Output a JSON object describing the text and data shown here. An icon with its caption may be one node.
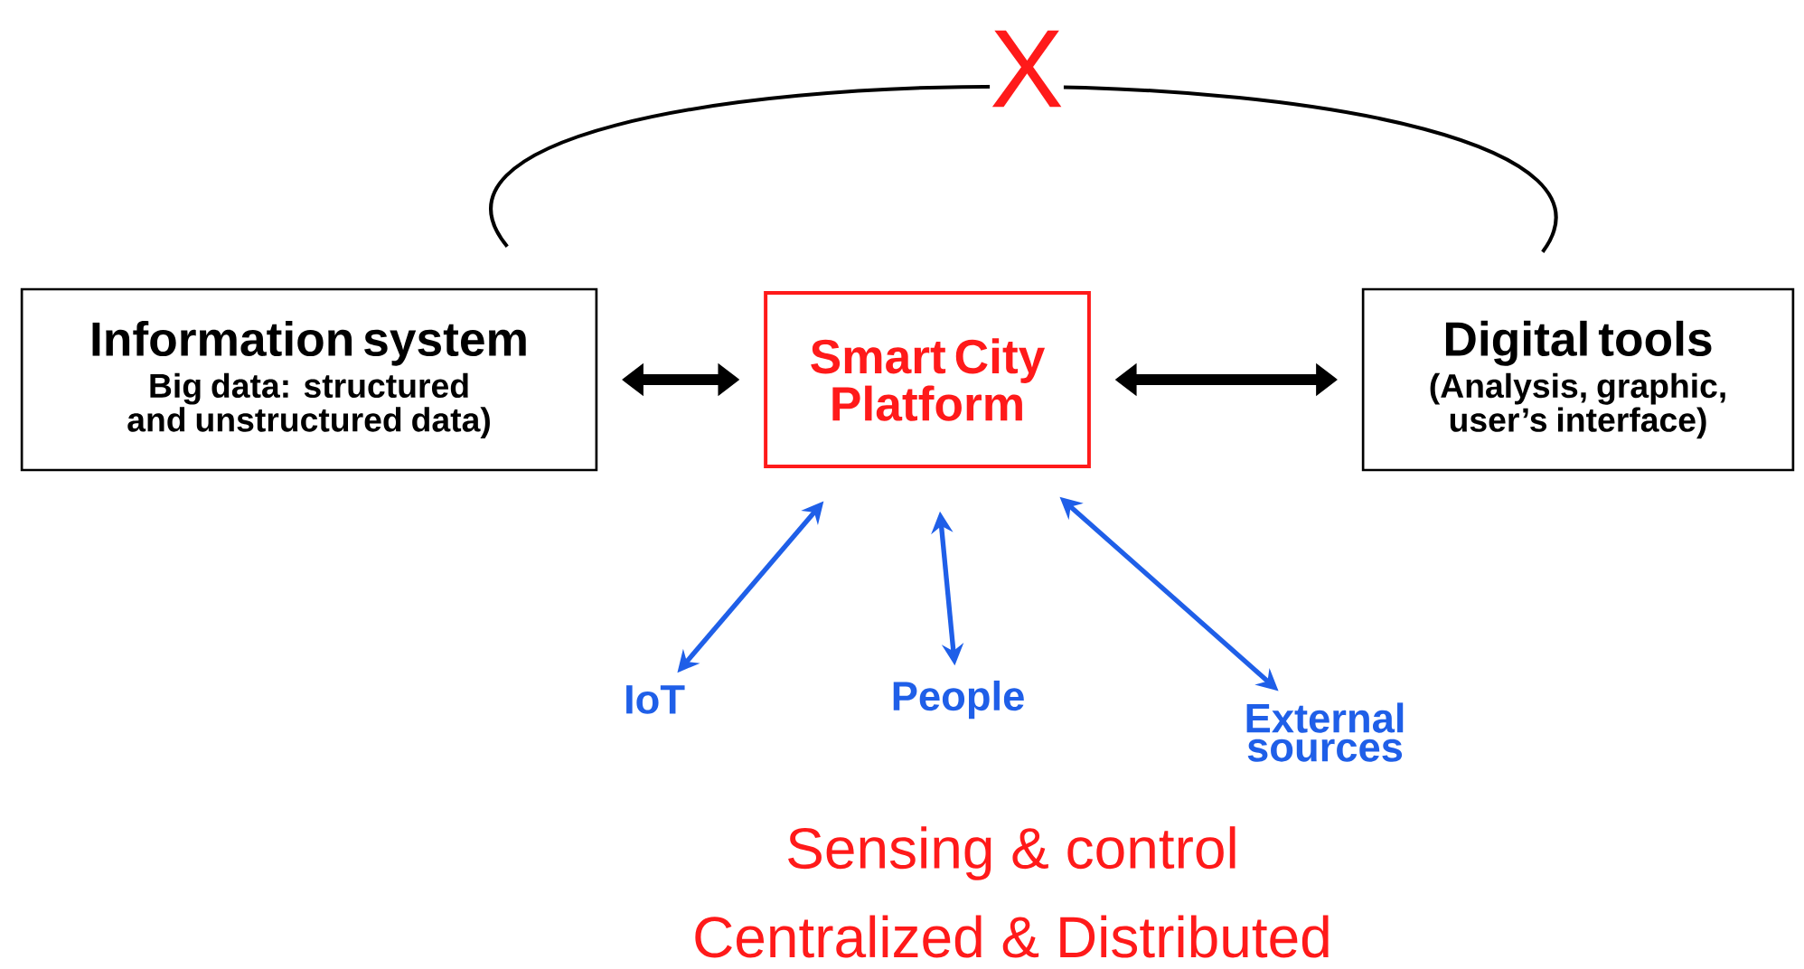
{
  "diagram": {
    "nodes": [
      {
        "text": [
          "Information system",
          "Big data: structured and unstructured data)"
        ]
      },
      {
        "text": [
          "Smart City Platform"
        ]
      },
      {
        "text": [
          "Digital tools",
          "(Analysis, graphic, user’s interface)"
        ]
      },
      {
        "text": [
          "IoT"
        ]
      },
      {
        "text": [
          "People"
        ]
      },
      {
        "text": [
          "External sources"
        ]
      }
    ],
    "edges": [
      {
        "from": 0,
        "to": 1,
        "arrow": "both",
        "style": "thick"
      },
      {
        "from": 1,
        "to": 2,
        "arrow": "both",
        "style": "thick"
      },
      {
        "from": 1,
        "to": 3,
        "arrow": "both",
        "color": "#1f5fe8"
      },
      {
        "from": 1,
        "to": 4,
        "arrow": "both",
        "color": "#1f5fe8"
      },
      {
        "from": 1,
        "to": 5,
        "arrow": "both",
        "color": "#1f5fe8"
      },
      {
        "from": 0,
        "to": 2,
        "arrow": "none",
        "label": "X"
      }
    ],
    "labels": [
      "Sensing & control",
      "Centralized & Distributed"
    ]
  }
}
